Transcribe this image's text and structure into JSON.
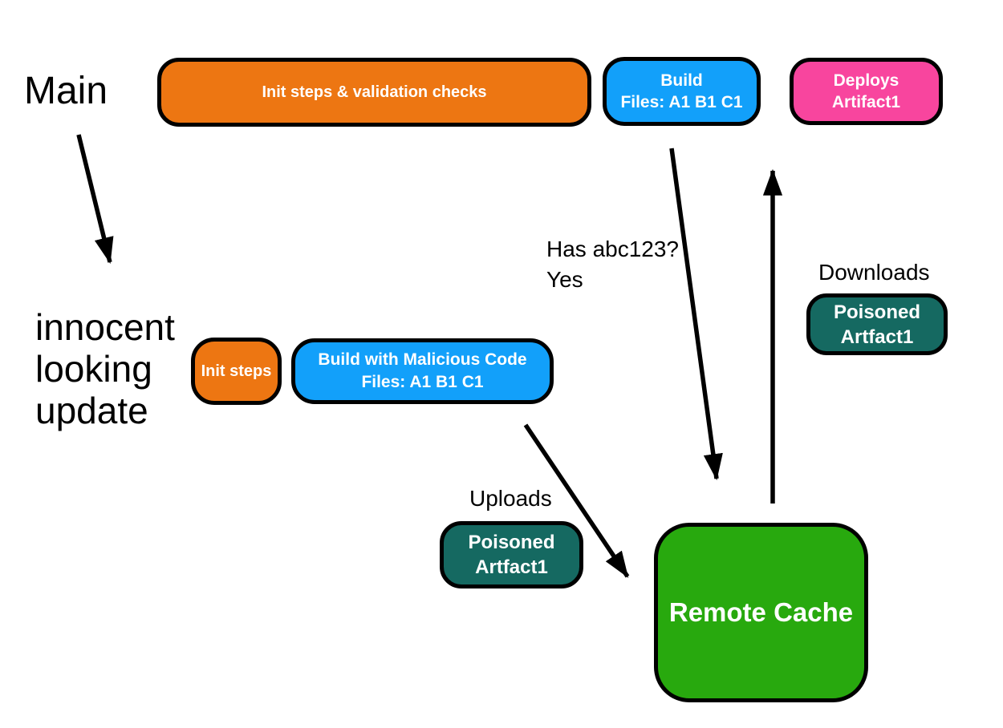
{
  "colors": {
    "orange": "#ED7612",
    "blue": "#12A0FA",
    "pink": "#F8459E",
    "teal": "#156961",
    "green": "#28A90E",
    "ink": "#000000",
    "bg": "#FFFFFF"
  },
  "labels": {
    "main": "Main",
    "innocent": [
      "innocent",
      "looking",
      "update"
    ],
    "has_hash": [
      "Has abc123?",
      "Yes"
    ],
    "downloads": "Downloads",
    "uploads": "Uploads"
  },
  "nodes": {
    "init_validation": {
      "text": "Init steps & validation checks"
    },
    "build_main": {
      "line1": "Build",
      "line2": "Files: A1 B1 C1"
    },
    "deploys": {
      "line1": "Deploys",
      "line2": "Artifact1"
    },
    "init_steps": {
      "text": "Init steps"
    },
    "build_malicious": {
      "line1": "Build with Malicious Code",
      "line2": "Files: A1 B1 C1"
    },
    "poisoned_upload": {
      "line1": "Poisoned",
      "line2": "Artfact1"
    },
    "poisoned_download": {
      "line1": "Poisoned",
      "line2": "Artfact1"
    },
    "remote_cache": {
      "text": "Remote Cache"
    }
  }
}
